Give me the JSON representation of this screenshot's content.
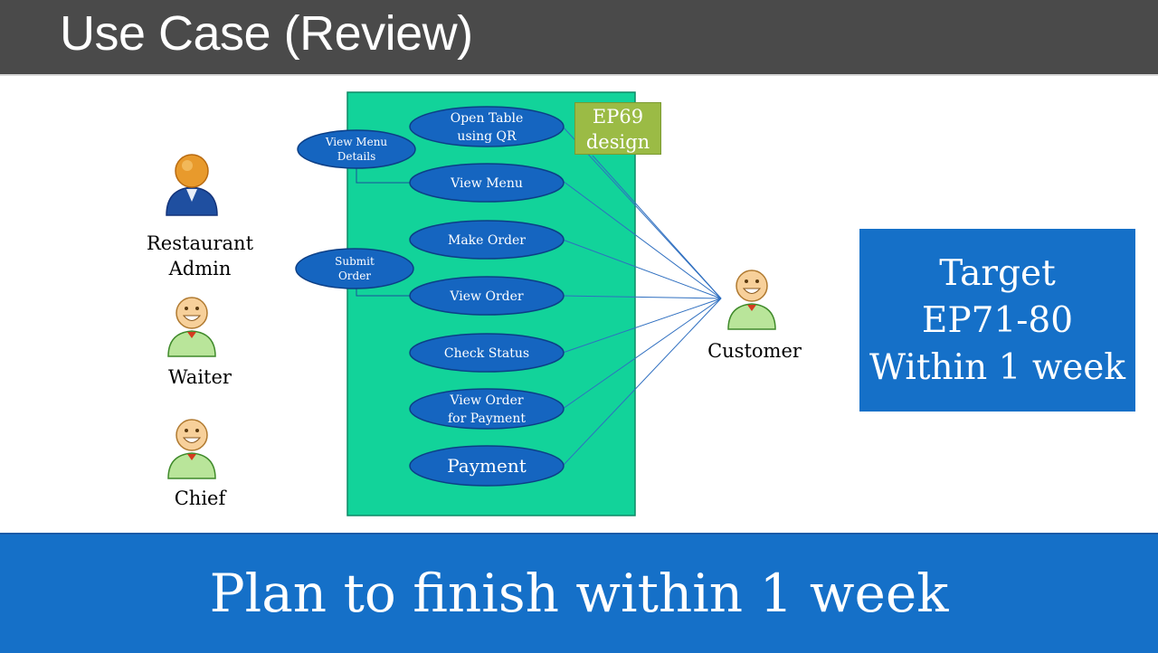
{
  "slide": {
    "title": "Use Case (Review)",
    "footer_text": "Plan to finish within 1 week"
  },
  "actors": {
    "restaurant_admin_line1": "Restaurant",
    "restaurant_admin_line2": "Admin",
    "waiter": "Waiter",
    "chief": "Chief",
    "customer": "Customer"
  },
  "use_cases": {
    "open_table_line1": "Open Table",
    "open_table_line2": "using QR",
    "view_menu_details_line1": "View Menu",
    "view_menu_details_line2": "Details",
    "view_menu": "View Menu",
    "make_order": "Make Order",
    "submit_order_line1": "Submit",
    "submit_order_line2": "Order",
    "view_order": "View Order",
    "check_status": "Check Status",
    "view_order_payment_line1": "View Order",
    "view_order_payment_line2": "for Payment",
    "payment": "Payment"
  },
  "ep_note": {
    "line1": "EP69",
    "line2": "design"
  },
  "target": {
    "line1": "Target",
    "line2": "EP71-80",
    "line3": "Within 1 week"
  },
  "colors": {
    "title_bar": "#4a4a4a",
    "system_boundary": "#12d39a",
    "use_case_fill": "#1565c0",
    "ep_note": "#9bbb45",
    "target_box": "#1570c8",
    "footer_bar": "#1570c8"
  }
}
